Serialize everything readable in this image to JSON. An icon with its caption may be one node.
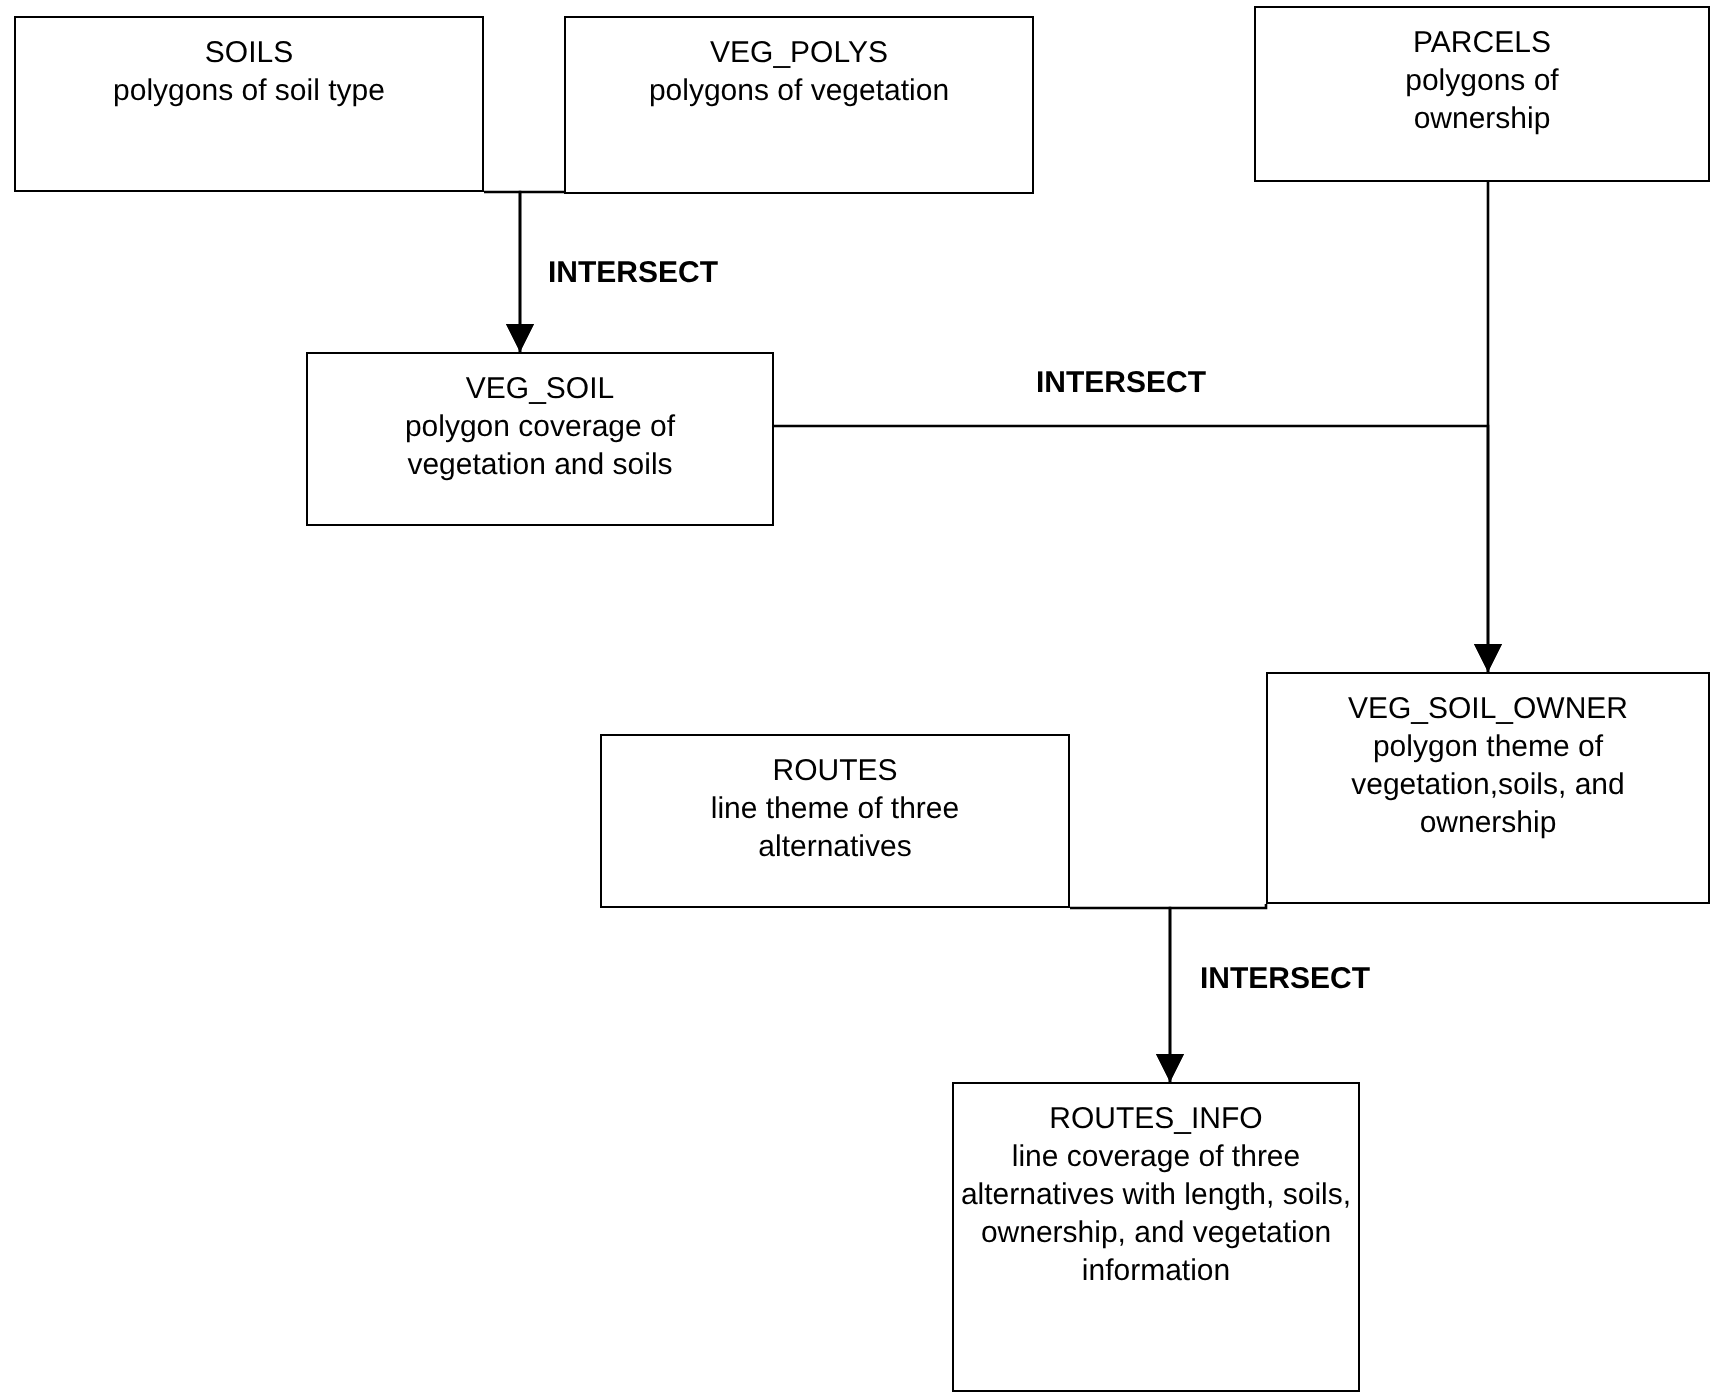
{
  "diagram": {
    "nodes": [
      {
        "text": [
          "SOILS",
          "polygons of soil type"
        ]
      },
      {
        "text": [
          "VEG_POLYS",
          "polygons of vegetation"
        ]
      },
      {
        "text": [
          "PARCELS",
          "polygons of ownership"
        ]
      },
      {
        "text": [
          "VEG_SOIL",
          "polygon coverage of vegetation and soils"
        ]
      },
      {
        "text": [
          "VEG_SOIL_OWNER",
          "polygon theme of vegetation,soils, and ownership"
        ]
      },
      {
        "text": [
          "ROUTES",
          "line theme of three alternatives"
        ]
      },
      {
        "text": [
          "ROUTES_INFO",
          "line coverage of three alternatives with length, soils, ownership, and vegetation information"
        ]
      }
    ],
    "edges": [
      {
        "from": 0,
        "to": 3,
        "arrow": "to",
        "label": "INTERSECT"
      },
      {
        "from": 1,
        "to": 3,
        "arrow": "to"
      },
      {
        "from": 3,
        "to": 4,
        "arrow": "to",
        "label": "INTERSECT"
      },
      {
        "from": 2,
        "to": 4,
        "arrow": "to"
      },
      {
        "from": 5,
        "to": 6,
        "arrow": "to",
        "label": "INTERSECT"
      },
      {
        "from": 4,
        "to": 6,
        "arrow": "to"
      }
    ]
  }
}
